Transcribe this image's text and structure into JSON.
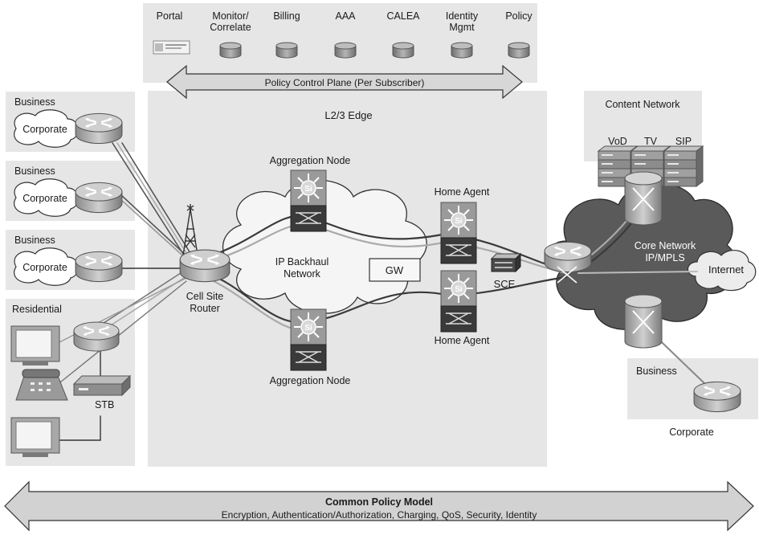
{
  "policy_servers": [
    {
      "label": "Portal",
      "icon": "portal-screen-icon"
    },
    {
      "label": "Monitor/\nCorrelate",
      "icon": "database-icon"
    },
    {
      "label": "Billing",
      "icon": "database-icon"
    },
    {
      "label": "AAA",
      "icon": "database-icon"
    },
    {
      "label": "CALEA",
      "icon": "database-icon"
    },
    {
      "label": "Identity\nMgmt",
      "icon": "database-icon"
    },
    {
      "label": "Policy",
      "icon": "database-icon"
    }
  ],
  "policy_control_plane": "Policy Control Plane (Per Subscriber)",
  "edge_label": "L2/3 Edge",
  "customer_sites": [
    {
      "title": "Business",
      "cloud": "Corporate"
    },
    {
      "title": "Business",
      "cloud": "Corporate"
    },
    {
      "title": "Business",
      "cloud": "Corporate"
    }
  ],
  "residential": {
    "title": "Residential",
    "stb": "STB"
  },
  "cell_site": "Cell Site\nRouter",
  "aggregation_top": "Aggregation Node",
  "aggregation_bottom": "Aggregation Node",
  "backhaul": "IP Backhaul\nNetwork",
  "gw": "GW",
  "home_agent_top": "Home Agent",
  "home_agent_bottom": "Home Agent",
  "sce": "SCE",
  "content_network": {
    "title": "Content Network",
    "services": [
      "VoD",
      "TV",
      "SIP"
    ]
  },
  "core_network": "Core Network\nIP/MPLS",
  "internet": "Internet",
  "remote_business": {
    "title": "Business",
    "label": "Corporate"
  },
  "common_policy": {
    "title": "Common Policy Model",
    "subtitle": "Encryption, Authentication/Authorization, Charging, QoS, Security, Identity"
  },
  "colors": {
    "panel": "#e6e6e6",
    "cloud": "#595959",
    "device": "#a6a6a6"
  }
}
